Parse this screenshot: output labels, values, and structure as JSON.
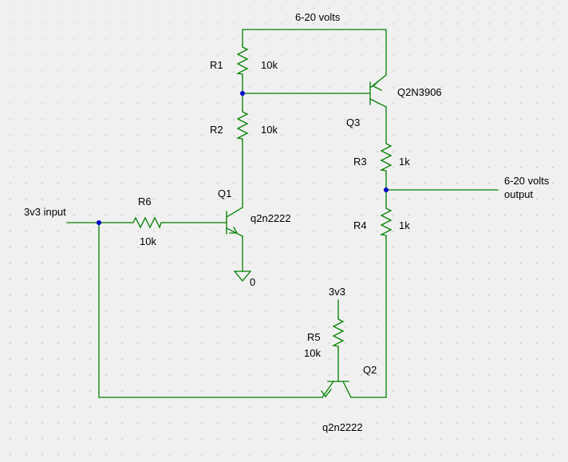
{
  "colors": {
    "background": "#f0f0f0",
    "grid_dot": "#888888",
    "wire": "#008000",
    "junction": "#0000cc",
    "text": "#000000"
  },
  "rails": {
    "supply": "6-20 volts",
    "logic_supply": "3v3",
    "ground": "0"
  },
  "input": {
    "label": "3v3 input"
  },
  "output": {
    "line1": "6-20 volts",
    "line2": "output"
  },
  "resistors": {
    "r1": {
      "ref": "R1",
      "value": "10k"
    },
    "r2": {
      "ref": "R2",
      "value": "10k"
    },
    "r3": {
      "ref": "R3",
      "value": "1k"
    },
    "r4": {
      "ref": "R4",
      "value": "1k"
    },
    "r5": {
      "ref": "R5",
      "value": "10k"
    },
    "r6": {
      "ref": "R6",
      "value": "10k"
    }
  },
  "transistors": {
    "q1": {
      "ref": "Q1",
      "part": "q2n2222",
      "type": "npn"
    },
    "q2": {
      "ref": "Q2",
      "part": "q2n2222",
      "type": "npn"
    },
    "q3": {
      "ref": "Q3",
      "part": "Q2N3906",
      "type": "pnp"
    }
  }
}
